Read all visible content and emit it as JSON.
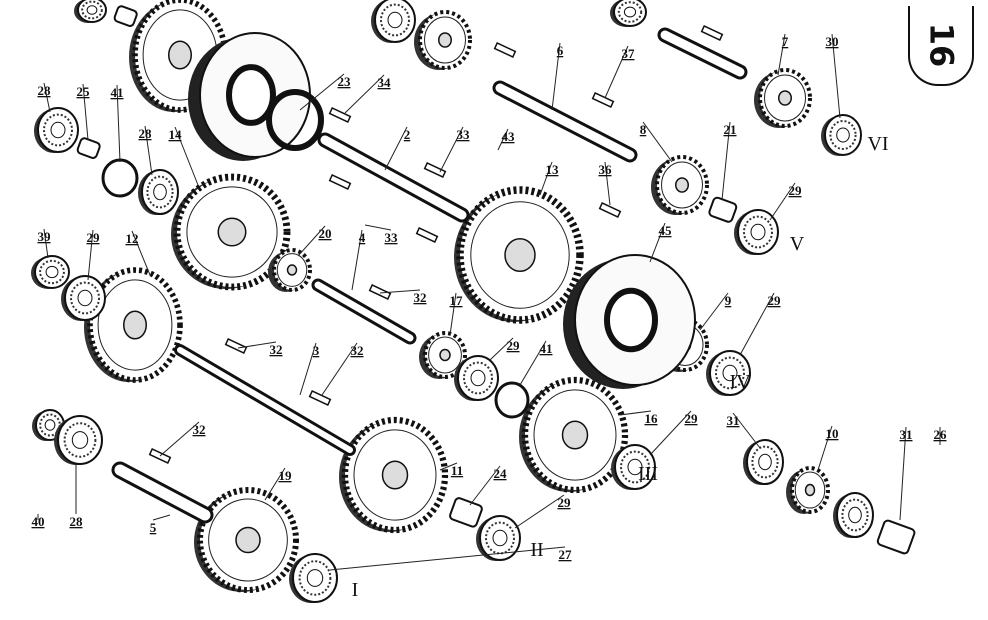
{
  "title": "Gearbox exploded parts diagram",
  "page_number": "16",
  "part_labels": [
    "23",
    "34",
    "28",
    "25",
    "41",
    "6",
    "37",
    "7",
    "30",
    "2",
    "33",
    "43",
    "28",
    "14",
    "8",
    "21",
    "29",
    "13",
    "36",
    "39",
    "29",
    "12",
    "20",
    "4",
    "33",
    "45",
    "32",
    "17",
    "9",
    "29",
    "29",
    "41",
    "32",
    "3",
    "32",
    "16",
    "29",
    "31",
    "10",
    "31",
    "26",
    "32",
    "11",
    "24",
    "19",
    "29",
    "27",
    "40",
    "28",
    "5"
  ],
  "shaft_labels": [
    "VI",
    "V",
    "IV",
    "III",
    "II",
    "I"
  ]
}
